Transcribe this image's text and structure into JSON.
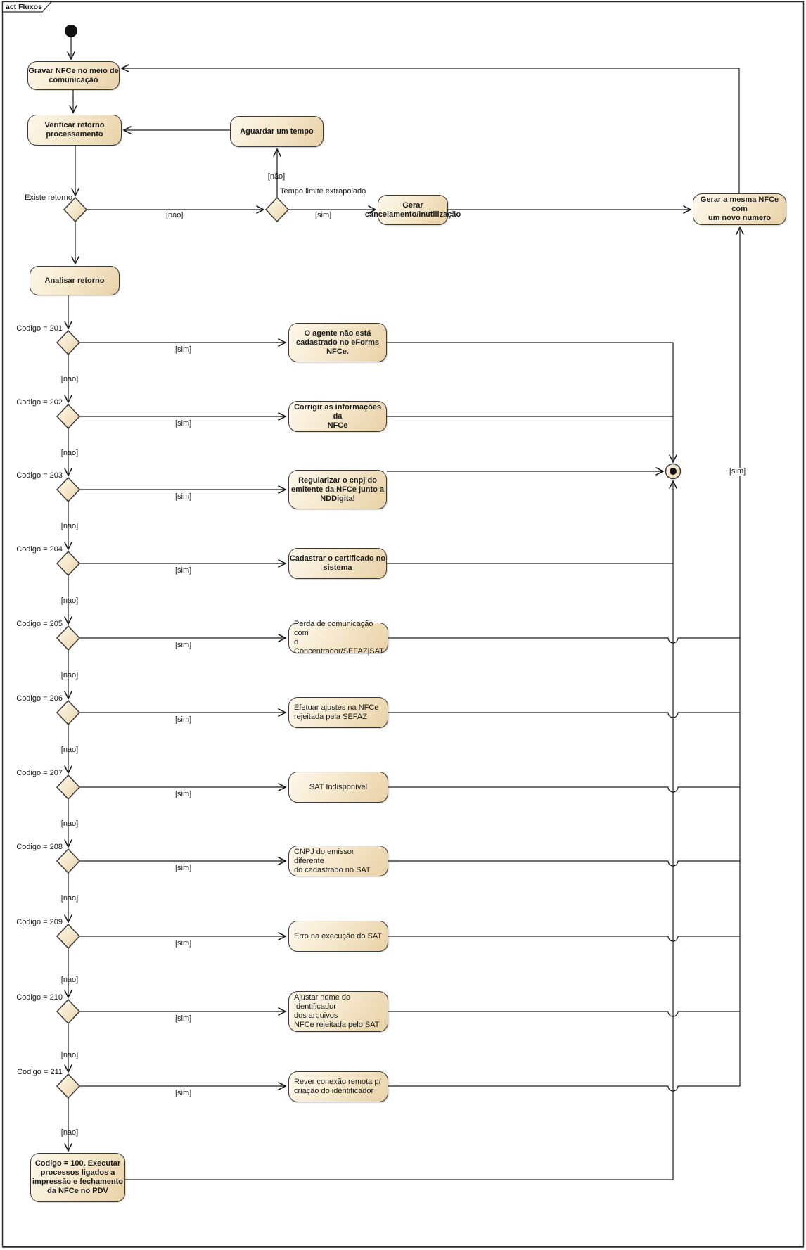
{
  "frame": {
    "tab_label": "act Fluxos"
  },
  "colors": {
    "node_fill_light": "#FDF8EC",
    "node_fill_dark": "#E8D1A6",
    "node_border": "#3A3A3A",
    "line": "#1C1C1C",
    "background": "#FFFFFF"
  },
  "guards": {
    "sim": "[sim]",
    "nao": "[nao]",
    "nao_tilde": "[não]"
  },
  "labels": {
    "existe_retorno": "Existe retorno",
    "tempo_limite": "Tempo limite extrapolado"
  },
  "codigo_labels": [
    "Codigo = 201",
    "Codigo = 202",
    "Codigo = 203",
    "Codigo = 204",
    "Codigo = 205",
    "Codigo = 206",
    "Codigo = 207",
    "Codigo = 208",
    "Codigo = 209",
    "Codigo = 210",
    "Codigo = 211"
  ],
  "activities": {
    "gravar": "Gravar NFCe no meio de\ncomunicação",
    "verificar": "Verificar retorno\nprocessamento",
    "aguardar": "Aguardar um tempo",
    "gerar_cancelamento": "Gerar\ncancelamento/inutilização",
    "gerar_mesma_nfce": "Gerar a mesma NFCe com\num novo numero",
    "analisar": "Analisar retorno",
    "cod201": "O agente não está\ncadastrado no eForms\nNFCe.",
    "cod202": "Corrigir as informações da\nNFCe",
    "cod203": "Regularizar o cnpj do\nemitente da NFCe junto a\nNDDigital",
    "cod204": "Cadastrar o certificado no\nsistema",
    "cod205": "Perda de comunicação com\no Concentrador/SEFAZ|SAT",
    "cod206": "Efetuar ajustes na NFCe\nrejeitada pela SEFAZ",
    "cod207": "SAT Indisponível",
    "cod208": "CNPJ do emissor diferente\ndo cadastrado no SAT",
    "cod209": "Erro na execução do SAT",
    "cod210": "Ajustar nome do Identificador\ndos arquivos\nNFCe rejeitada pelo SAT",
    "cod211": "Rever conexão remota p/\ncriação do identificador",
    "cod100": "Codigo = 100. Executar\nprocessos ligados a\nimpressão e fechamento\nda NFCe no PDV"
  }
}
